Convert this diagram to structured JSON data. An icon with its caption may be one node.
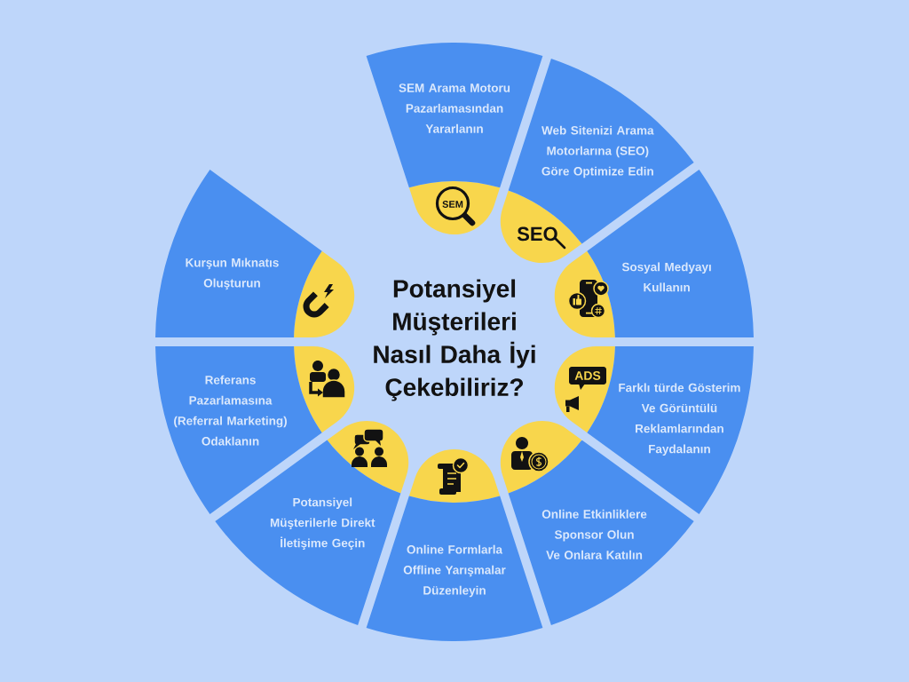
{
  "diagram": {
    "title": "Potansiyel Müşterileri Nasıl Daha İyi Çekebiliriz?",
    "nodes": [
      {
        "text": [
          "SEM Arama Motoru Pazarlamasından Yararlanın"
        ]
      },
      {
        "text": [
          "Web Sitenizi Arama Motorlarına (SEO) Göre Optimize Edin"
        ]
      },
      {
        "text": [
          "Sosyal Medyayı Kullanın"
        ]
      },
      {
        "text": [
          "Farklı türde Gösterim Ve Görüntülü Reklamlarından Faydalanın"
        ]
      },
      {
        "text": [
          "Online Etkinliklere Sponsor Olun Ve Onlara Katılın"
        ]
      },
      {
        "text": [
          "Online Formlarla Offline Yarışmalar Düzenleyin"
        ]
      },
      {
        "text": [
          "Potansiyel Müşterilerle Direkt İletişime Geçin"
        ]
      },
      {
        "text": [
          "Referans Pazarlamasına (Referral Marketing) Odaklanın"
        ]
      },
      {
        "text": [
          "Kurşun Mıknatıs Oluşturun"
        ]
      }
    ],
    "labels": [
      "SEM",
      "SEO",
      "ADS"
    ]
  }
}
